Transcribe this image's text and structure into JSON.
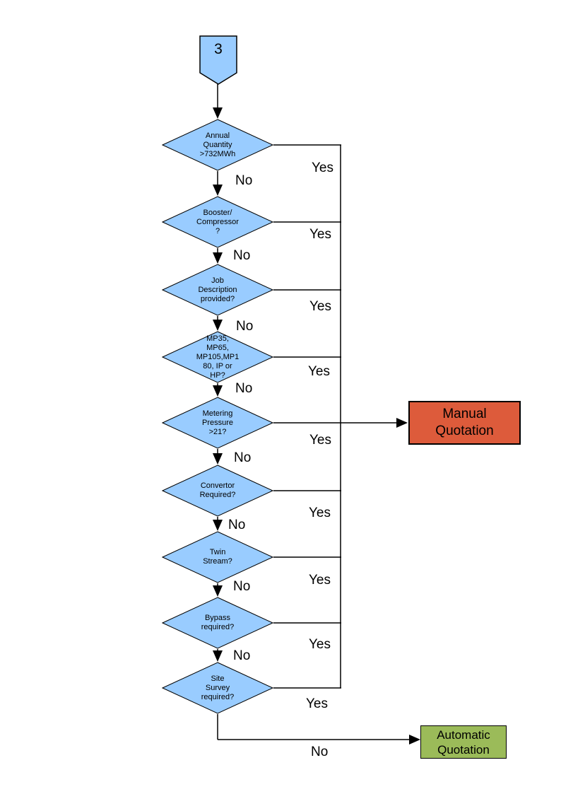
{
  "diagram": {
    "offpage_connector": {
      "label": "3"
    },
    "decisions": [
      {
        "id": "annual-quantity",
        "lines": [
          "Annual",
          "Quantity",
          ">732MWh"
        ]
      },
      {
        "id": "booster-compressor",
        "lines": [
          "Booster/",
          "Compressor",
          "?"
        ]
      },
      {
        "id": "job-description",
        "lines": [
          "Job",
          "Description",
          "provided?"
        ]
      },
      {
        "id": "pressure-tier",
        "lines": [
          "MP35,",
          "MP65,",
          "MP105,MP1",
          "80, IP or",
          "HP?"
        ]
      },
      {
        "id": "metering-pressure",
        "lines": [
          "Metering",
          "Pressure",
          ">21?"
        ]
      },
      {
        "id": "convertor-required",
        "lines": [
          "Convertor",
          "Required?"
        ]
      },
      {
        "id": "twin-stream",
        "lines": [
          "Twin",
          "Stream?"
        ]
      },
      {
        "id": "bypass-required",
        "lines": [
          "Bypass",
          "required?"
        ]
      },
      {
        "id": "site-survey",
        "lines": [
          "Site",
          "Survey",
          "required?"
        ]
      }
    ],
    "labels": {
      "yes": "Yes",
      "no": "No"
    },
    "outcomes": {
      "manual": {
        "label": "Manual Quotation",
        "fill": "#DD5B3B"
      },
      "automatic": {
        "label": "Automatic Quotation",
        "fill": "#9BBB59"
      }
    },
    "colors": {
      "node_fill": "#99CCFF",
      "node_border": "#000000",
      "line": "#000000"
    }
  }
}
